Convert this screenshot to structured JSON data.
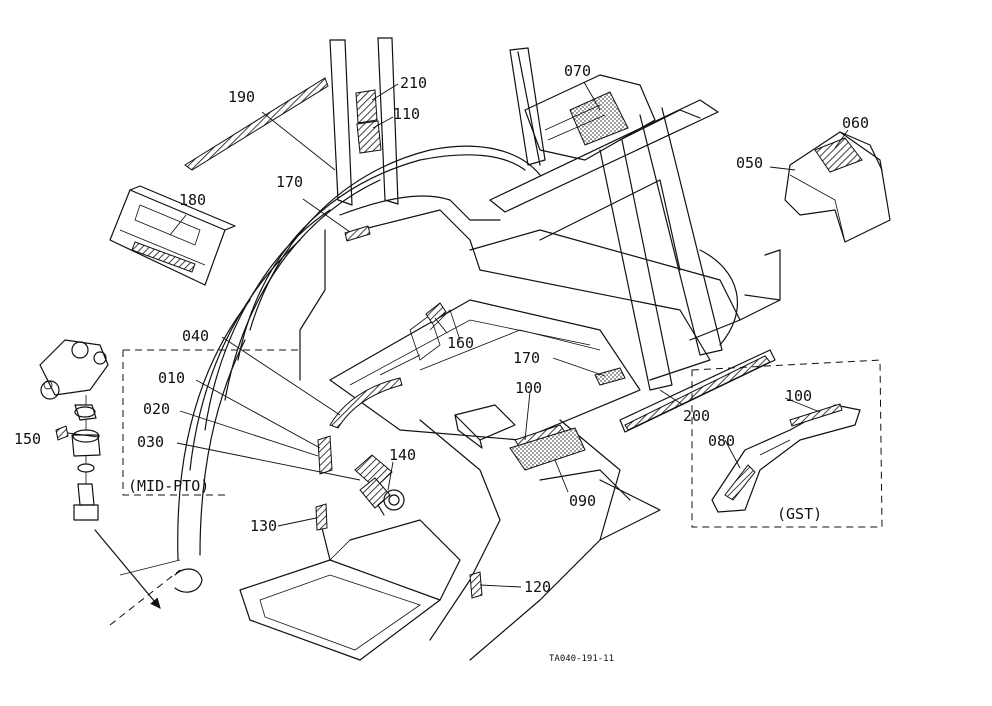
{
  "labels": {
    "p190": "190",
    "p210": "210",
    "p110": "110",
    "p070": "070",
    "p060": "060",
    "p050": "050",
    "p170a": "170",
    "p180": "180",
    "p160": "160",
    "p040": "040",
    "p010": "010",
    "p020": "020",
    "p030": "030",
    "p150": "150",
    "p170b": "170",
    "p100a": "100",
    "p200": "200",
    "p100b": "100",
    "p080": "080",
    "p140": "140",
    "p090": "090",
    "p130": "130",
    "p120": "120"
  },
  "captions": {
    "mid_pto": "(MID-PTO)",
    "gst": "(GST)"
  },
  "drawing_code": "TA040-191-11"
}
